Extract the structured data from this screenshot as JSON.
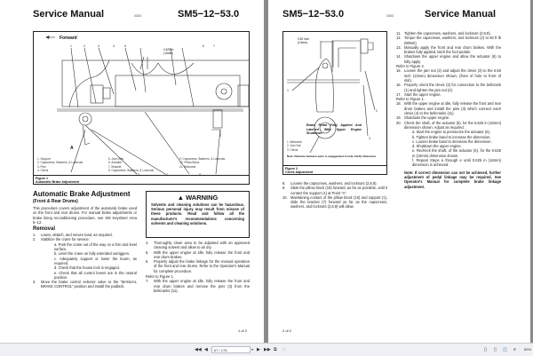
{
  "page1": {
    "header_title": "Service Manual",
    "header_code": "0303",
    "header_doc": "SM5−12−53.0",
    "figure": {
      "forward": "Forward",
      "dimension": "0.625 in",
      "dimension_mm": "(16mm)",
      "point": "A",
      "legend": [
        "1.  Support",
        "2.  Capscrews, Washers, & Locknuts",
        "3.  Pins",
        "4.  Clevis",
        "5.  Jam Nuts",
        "6.  Actuator",
        "7.  Bracket",
        "8.  Capscrews, Washers, & Locknuts",
        "9.  Capscrews, Washers, & Locknuts",
        "10. Pillow Block",
        "11. Bellcrank"
      ],
      "caption_num": "Figure 1",
      "caption_title": "Automatic Brake Adjustment"
    },
    "heading": "Automatic Brake Adjustment",
    "subheading": "(Front & Rear Drums)",
    "intro": "This procedure covers adjustment of the automatic brake used on the front and rear drums. For manual brake adjustments or brake lining reconditioning procedure, see SM Keysheet Area 5−12.",
    "removal_heading": "Removal",
    "step1": "Lower, detach, and secure load, as required.",
    "step2": "Stabilize the crane for service:",
    "step2_sub": [
      "Park the crane out of the way on a firm and level surface.",
      "Level the crane on fully extended outriggers.",
      "Adequately support or lower the boom, as required.",
      "Check that the house lock is engaged.",
      "Check that all control levers are in the neutral position."
    ],
    "step3": "Move the brake control selector valve to the “MANUAL BRAKE CONTROL” position and install the padlock.",
    "warning_title": "WARNING",
    "warning_text": "Solvents and cleaning solutions can be hazardous. Serious personal injury may result from misuse of these products. Read and follow all the manufacturer's recommendations concerning solvents and cleaning solutions.",
    "step4": "Thoroughly clean area to be adjusted with an approved cleaning solvent and allow to air dry.",
    "step5": "With the upper engine at idle, fully release the front and rear drum brakes.",
    "step6": "Properly adjust the brake linkage for the manual operation of the front and rear drums. Refer to the Operator's Manual for complete procedure.",
    "refer1": "Refer to Figure 1.",
    "step7": "With the upper engine at idle, fully release the front and rear drum brakes and remove the pins (3) from the bellcranks (11).",
    "footer": "1 of 2"
  },
  "page2": {
    "header_doc": "SM5−12−53.0",
    "header_code": "0303",
    "header_title": "Service Manual",
    "figure": {
      "dimension": "0.50 inch",
      "dimension_mm": "(13mm)",
      "callout": "Brake Pedal Fully Applied And Latched With Upper Engine Shutdown.",
      "legend": [
        "1.  Bellcrank",
        "2.  Jam Nut",
        "3.  Clevis"
      ],
      "note": "Note:  Distance between parts is exaggerated to help clarify dimension.",
      "caption_num": "Figure 2",
      "caption_title": "Clevis Adjustment"
    },
    "step8": "Loosen the capscrews, washers, and locknuts (2,8,9).",
    "step9": "Slide the pillow block (10) forward, as far as possible, until it contact the support (1) at Point “A”.",
    "step10": "Maintaining contact of the pillow block (10) and support (1), slide the bracket (7) forward as far as the capscrews, washers, and locknuts (2,8,9) will allow.",
    "step11": "Tighten the capscrews, washers, and locknuts (2,8,9).",
    "step12": "Torque the capscrews, washers, and locknuts (2) to 60 ft lb (80Nm).",
    "step13": "Manually apply the front and rear drum brakes. With the brakes fully applied, latch the foot pedals.",
    "step14": "Shutdown the upper engine and allow the actuator (6) to fully apply.",
    "refer2": "Refer to Figure 2.",
    "step15": "Loosen the jam nut (2) and adjust the clevis (3) to the 0.50 inch (13mm) dimension shown, (front of hole to front of slot).",
    "step16": "Properly orient the clevis (3) for connection to the bellcrank (1) and tighten the jam nut (2).",
    "step17": "Start the upper engine.",
    "refer1": "Refer to Figure 1.",
    "step18": "With the upper engine at idle, fully release the front and rear drum brakes and install the pins (3) which connect each clevis (4) to the bellcranks (11).",
    "step19": "Shutdown the upper engine.",
    "step20": "Check the shaft, of the actuator (6), for the 0.625 in (16mm) dimension shown. Adjust as required:",
    "step20_sub": [
      "Start the engine to pressurize the actuator (6).",
      "Tighten brake band to increase the dimension.",
      "Loosen brake band to decrease the dimension.",
      "Shutdown the upper engine.",
      "Recheck the shaft, of the actuator (6), for the 0.625 in (16mm) dimension shown.",
      "Repeat Steps a through e until 0.625 in (16mm) dimension is achieved."
    ],
    "note": "Note:  If correct dimension can not be achieved, further adjustment of pedal linkage may be required. See Operator's Manual for complete brake linkage adjustment.",
    "footer": "2 of 2"
  },
  "toolbar": {
    "page_indicator": "67 / 178",
    "zoom": "89%"
  }
}
